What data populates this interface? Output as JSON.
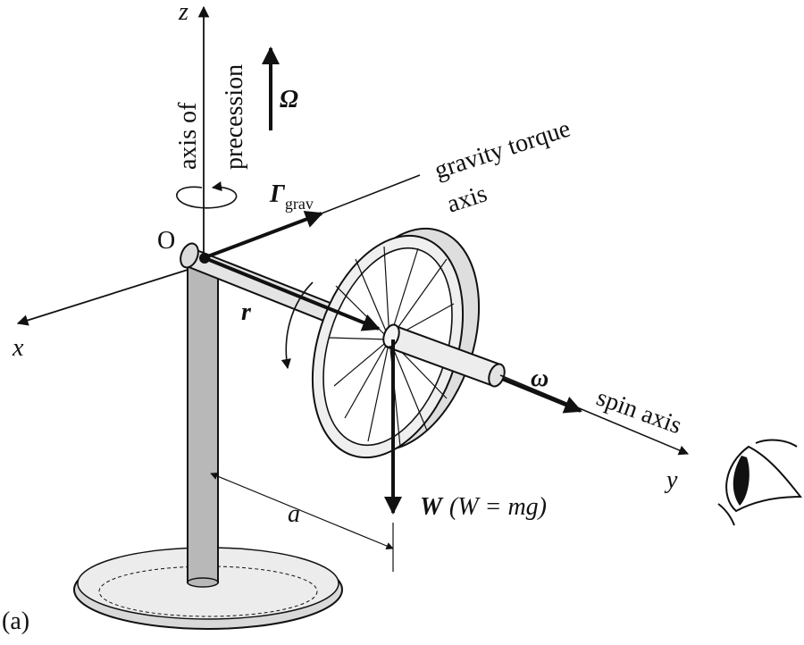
{
  "figure_label": "(a)",
  "axes": {
    "z": "z",
    "x": "x",
    "y": "y"
  },
  "origin_label": "O",
  "precession": {
    "axis_label_line1": "axis of",
    "axis_label_line2": "precession",
    "symbol": "Ω"
  },
  "gravity_torque": {
    "symbol": "Γ",
    "subscript": "grav",
    "axis_label_line1": "gravity torque",
    "axis_label_line2": "axis"
  },
  "r_label": "r",
  "spin": {
    "symbol": "ω",
    "axis_label": "spin axis"
  },
  "weight": {
    "symbol": "W",
    "relation": "(W = mg)"
  },
  "distance_label": "a",
  "colors": {
    "line": "#111111",
    "fill_light": "#e6e6e6",
    "fill_mid": "#c9c9c9",
    "fill_dark": "#9a9a9a"
  }
}
